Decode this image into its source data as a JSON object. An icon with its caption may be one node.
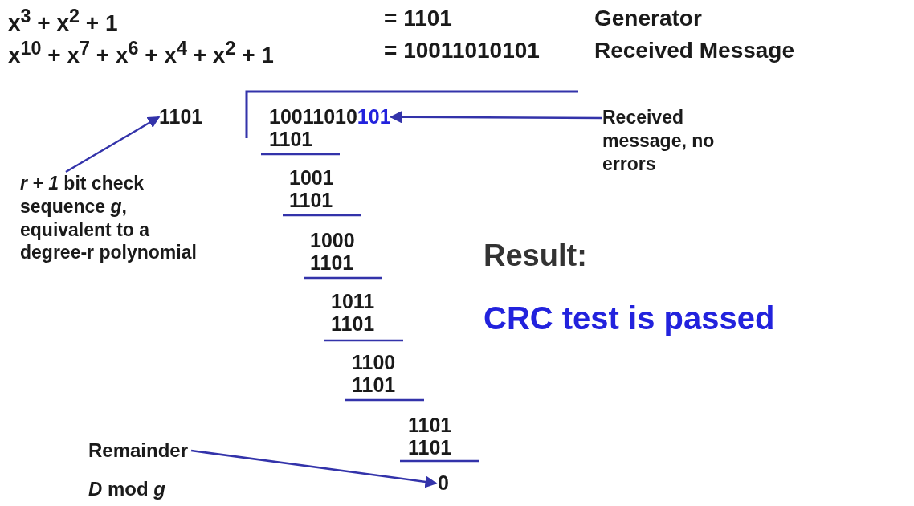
{
  "diagram": {
    "nodes": [
      {
        "text": [
          "1101"
        ]
      },
      {
        "text": [
          "*r + 1* bit check sequence *g*, equivalent to a degree-r polynomial"
        ]
      },
      {
        "text": [
          "10011010101"
        ]
      },
      {
        "text": [
          "Received message, no errors"
        ]
      },
      {
        "text": [
          "Remainder",
          "*D* mod *g*"
        ]
      },
      {
        "text": [
          "0"
        ]
      }
    ],
    "edges": [
      {
        "from": 1,
        "to": 0,
        "arrow": "to"
      },
      {
        "from": 3,
        "to": 2,
        "arrow": "to"
      },
      {
        "from": 4,
        "to": 5,
        "arrow": "to"
      }
    ],
    "labels": [
      "x$^{3}$ + x$^{2}$ + 1",
      "= 1101",
      "Generator",
      "x$^{10}$ + x$^{7}$ + x$^{6}$ + x$^{4}$ + x$^{2}$ + 1",
      "= 10011010101",
      "Received Message",
      "1101",
      "1001",
      "1101",
      "1000",
      "1101",
      "1011",
      "1101",
      "1100",
      "1101",
      "1101",
      "1101",
      "Result:",
      "CRC test is passed"
    ]
  }
}
